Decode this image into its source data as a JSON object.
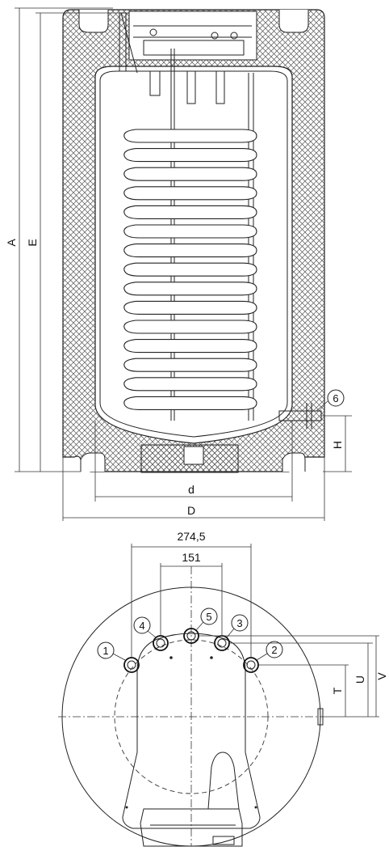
{
  "side_view": {
    "dimension_labels": {
      "A": "A",
      "E": "E",
      "H": "H",
      "d": "d",
      "D": "D"
    },
    "callout_6": "6"
  },
  "top_view": {
    "dimension_labels": {
      "outer_spacing": "274,5",
      "inner_spacing": "151",
      "T": "T",
      "U": "U",
      "V": "V"
    },
    "connections": [
      "1",
      "2",
      "3",
      "4",
      "5"
    ]
  },
  "colors": {
    "line": "#222222",
    "background": "#ffffff",
    "insulation_hatch": "#555555"
  }
}
